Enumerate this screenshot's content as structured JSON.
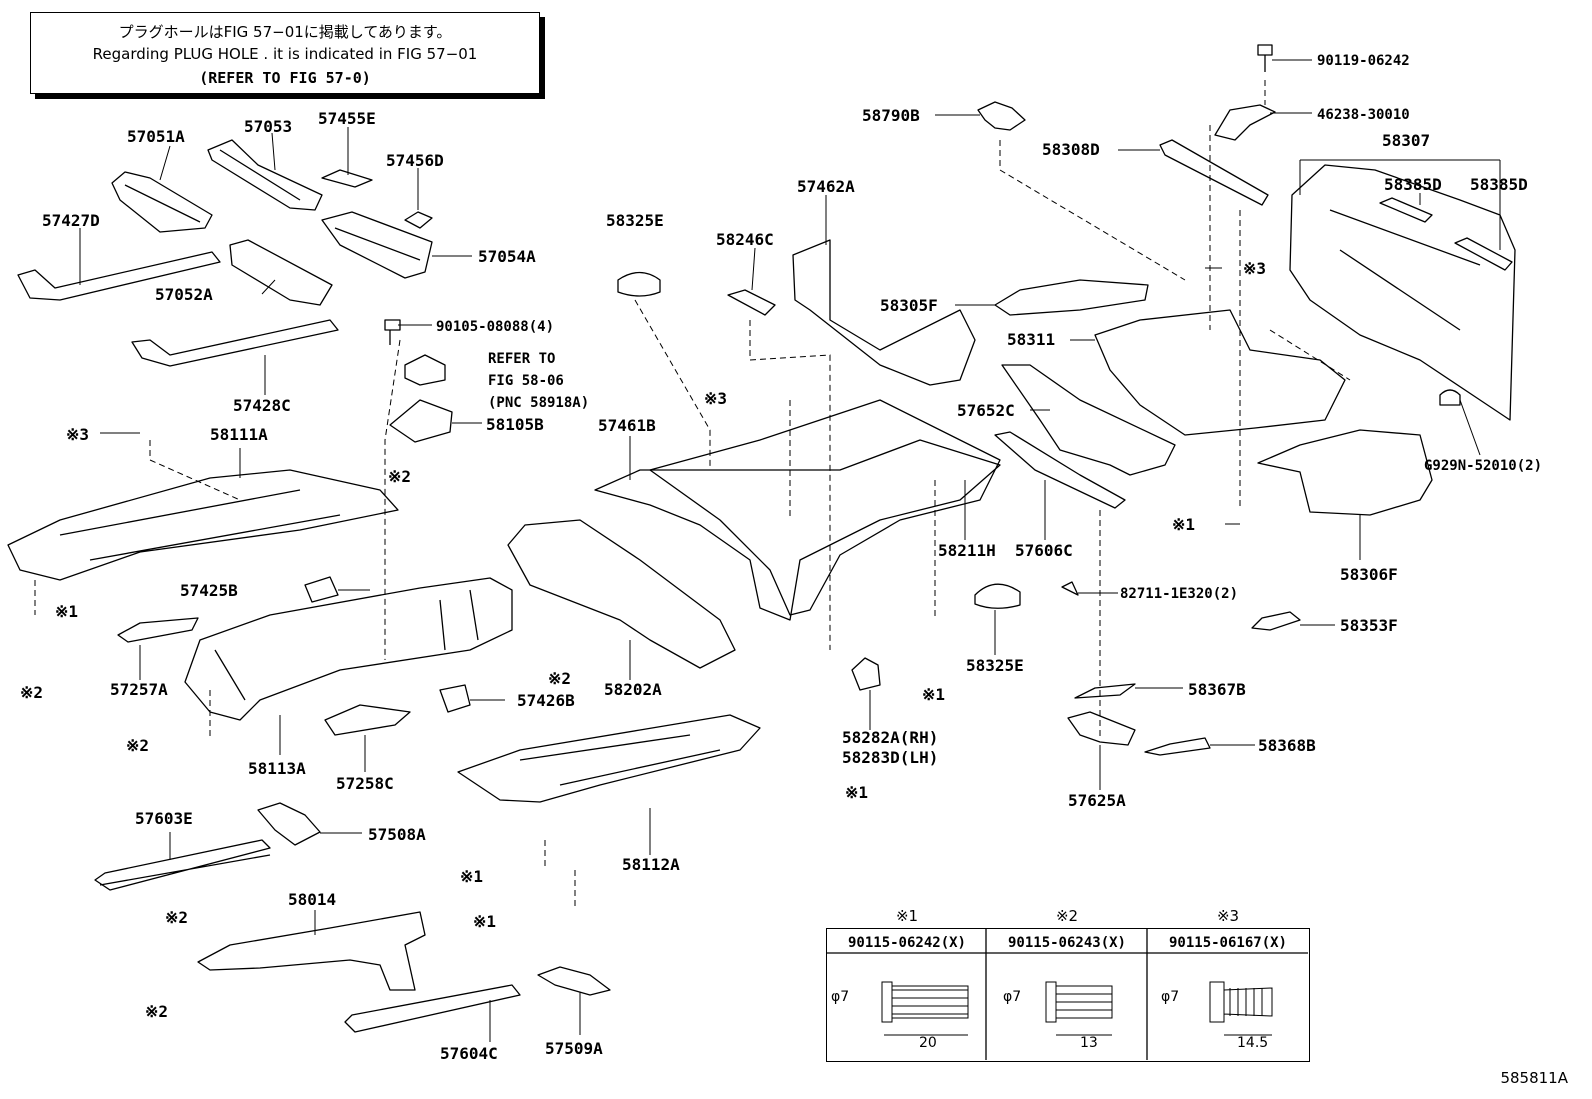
{
  "note": {
    "jp": "プラグホールはFIG 57−01に掲載してあります。",
    "en": "Regarding PLUG HOLE . it is indicated in FIG 57−01",
    "ref": "(REFER TO FIG 57-0)"
  },
  "labels": {
    "p57051A": "57051A",
    "p57053": "57053",
    "p57455E": "57455E",
    "p57456D": "57456D",
    "p57427D": "57427D",
    "p57054A": "57054A",
    "p57052A": "57052A",
    "p57428C": "57428C",
    "p90105": "90105-08088(4)",
    "refer1": "REFER TO",
    "refer2": "FIG 58-06",
    "refer3": "(PNC 58918A)",
    "p58105B": "58105B",
    "m3a": "※3",
    "p58111A": "58111A",
    "m2a": "※2",
    "p57425B": "57425B",
    "m1a": "※1",
    "p57257A": "57257A",
    "m2b": "※2",
    "m2c": "※2",
    "p57426B": "57426B",
    "m2d": "※2",
    "p58113A": "58113A",
    "p57258C": "57258C",
    "p57603E": "57603E",
    "p57508A": "57508A",
    "p58014": "58014",
    "m2e": "※2",
    "m2f": "※2",
    "p57604C": "57604C",
    "p57509A": "57509A",
    "m1b": "※1",
    "m1c": "※1",
    "p58112A": "58112A",
    "m1d": "※1",
    "p58325E_top": "58325E",
    "p57461B": "57461B",
    "p58202A": "58202A",
    "p58246C": "58246C",
    "p57462A": "57462A",
    "m3b": "※3",
    "p58305F": "58305F",
    "p58211H": "58211H",
    "p58282A": "58282A(RH)",
    "p58283D": "58283D(LH)",
    "m1e": "※1",
    "p58325E_bot": "58325E",
    "p58790B": "58790B",
    "p58308D": "58308D",
    "p58311": "58311",
    "p57652C": "57652C",
    "p57606C": "57606C",
    "p82711": "82711-1E320(2)",
    "p58367B": "58367B",
    "p57625A": "57625A",
    "p58368B": "58368B",
    "p90119": "90119-06242",
    "p46238": "46238-30010",
    "p58307": "58307",
    "p58385D_a": "58385D",
    "p58385D_b": "58385D",
    "m3c": "※3",
    "pG929N": "G929N-52010(2)",
    "m1f": "※1",
    "p58306F": "58306F",
    "p58353F": "58353F"
  },
  "fastener_table": {
    "headers": [
      "※1",
      "※2",
      "※3"
    ],
    "parts": [
      "90115-06242(X)",
      "90115-06243(X)",
      "90115-06167(X)"
    ],
    "diameter": [
      "φ7",
      "φ7",
      "φ7"
    ],
    "length": [
      "20",
      "13",
      "14.5"
    ]
  },
  "figure_id": "585811A"
}
